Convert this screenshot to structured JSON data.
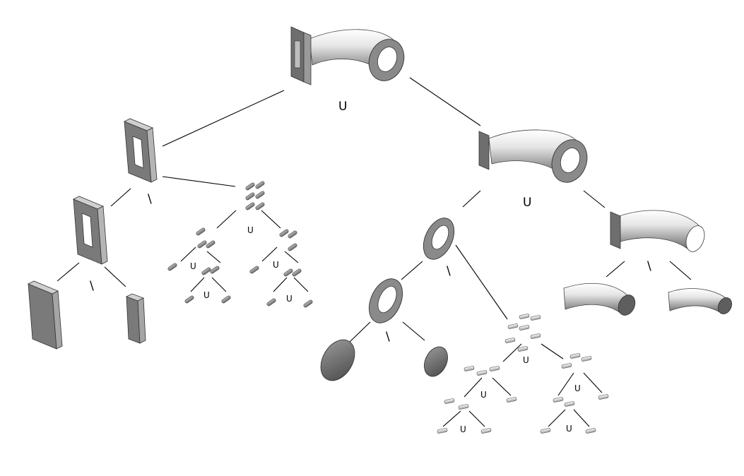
{
  "operators": {
    "root": "U",
    "left": "\\",
    "left_sub": "\\",
    "left_bolts": "U",
    "left_bolts_a": "U",
    "left_bolts_a_sub": "U",
    "left_bolts_b": "U",
    "left_bolts_b_sub": "U",
    "right": "U",
    "right_flange": "\\",
    "right_flange_sub": "\\",
    "right_pipe": "\\",
    "right_bolts": "U",
    "right_bolts_a": "U",
    "right_bolts_a_sub": "U",
    "right_bolts_b": "U",
    "right_bolts_b_sub": "U"
  },
  "colors": {
    "line": "#000000",
    "solid_dark": "#5a5a5a",
    "solid_mid": "#8c8c8c",
    "solid_light": "#d9d9d9",
    "background": "#ffffff"
  },
  "parts": [
    "elbow-pipe-with-flanges",
    "rectangular-flange",
    "rectangular-frame",
    "solid-block",
    "thin-block",
    "bolt-cluster",
    "round-flange",
    "washer-ring",
    "solid-disk",
    "small-disk",
    "bent-pipe"
  ]
}
